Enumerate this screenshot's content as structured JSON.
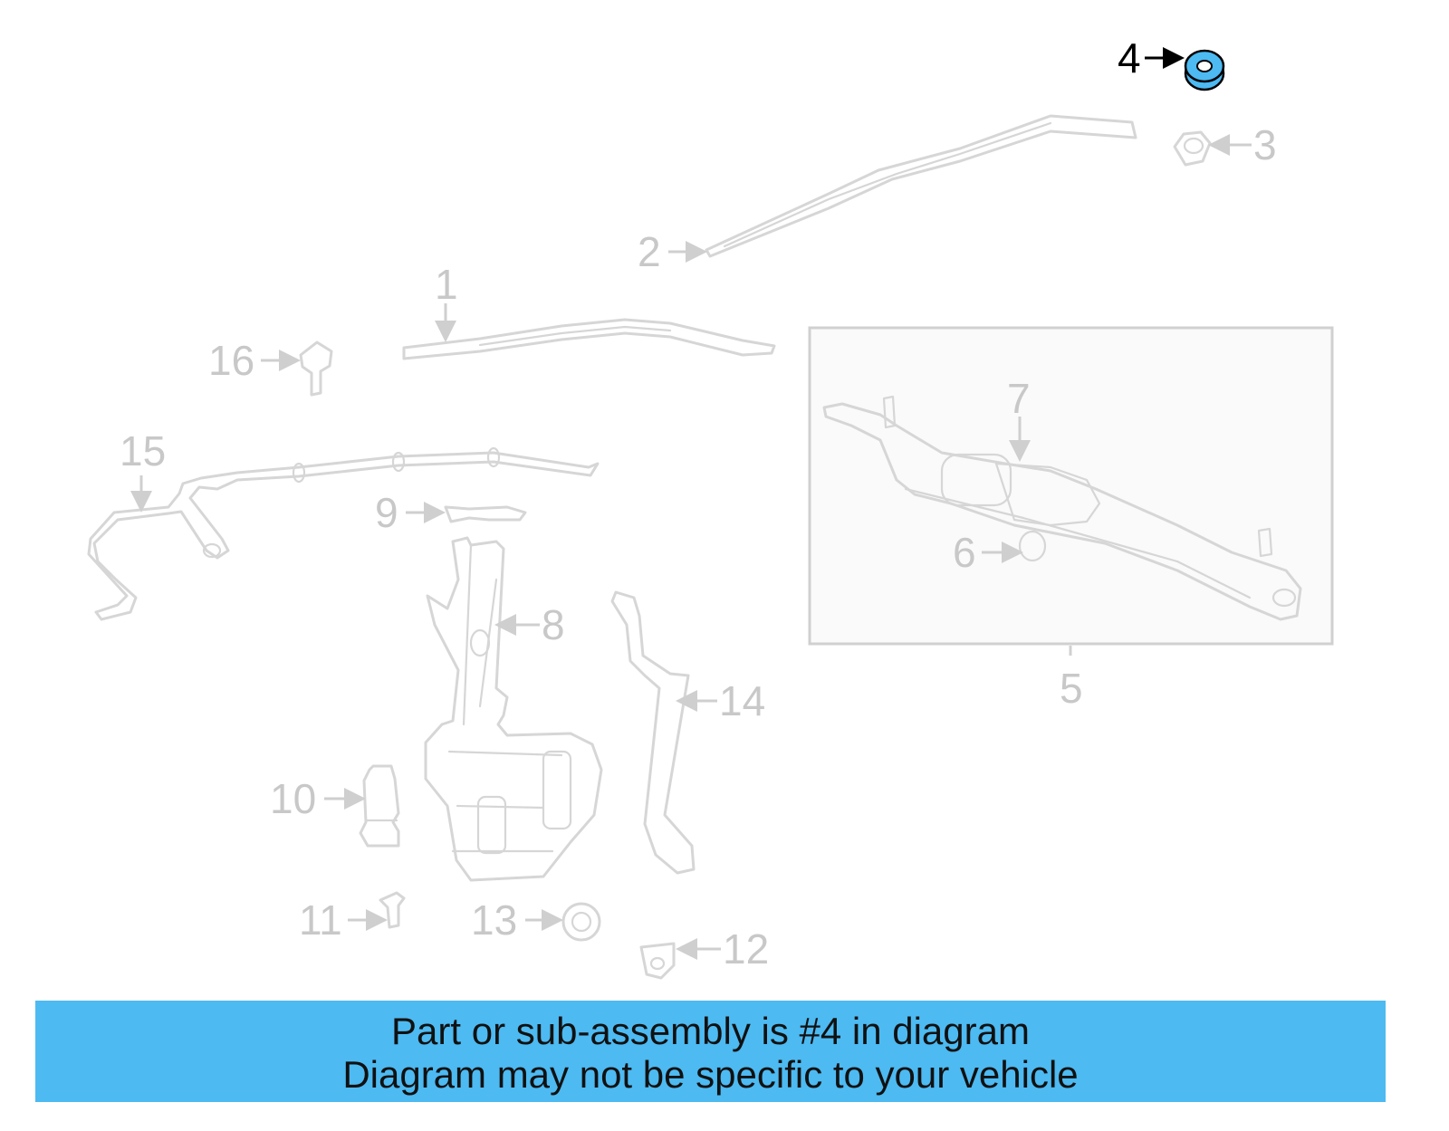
{
  "diagram": {
    "highlight_color": "#4dbaf2",
    "highlighted_part": "4",
    "callouts": [
      {
        "id": "1",
        "label": "1"
      },
      {
        "id": "2",
        "label": "2"
      },
      {
        "id": "3",
        "label": "3"
      },
      {
        "id": "4",
        "label": "4"
      },
      {
        "id": "5",
        "label": "5"
      },
      {
        "id": "6",
        "label": "6"
      },
      {
        "id": "7",
        "label": "7"
      },
      {
        "id": "8",
        "label": "8"
      },
      {
        "id": "9",
        "label": "9"
      },
      {
        "id": "10",
        "label": "10"
      },
      {
        "id": "11",
        "label": "11"
      },
      {
        "id": "12",
        "label": "12"
      },
      {
        "id": "13",
        "label": "13"
      },
      {
        "id": "14",
        "label": "14"
      },
      {
        "id": "15",
        "label": "15"
      },
      {
        "id": "16",
        "label": "16"
      }
    ]
  },
  "banner": {
    "line1": "Part or sub-assembly is #4 in diagram",
    "line2": "Diagram may not be specific to your vehicle"
  }
}
